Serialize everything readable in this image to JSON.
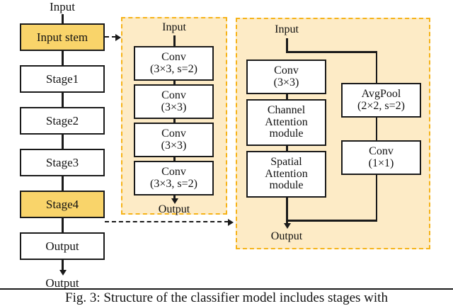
{
  "figure": {
    "caption": "Fig. 3: Structure of the classifier model includes stages with",
    "colors": {
      "accent_box": "#F9D46A",
      "panel_fill": "#FDEBC6",
      "panel_border": "#F6B319",
      "stroke": "#1A1A1A",
      "box_fill": "#FFFFFF"
    }
  },
  "backbone": {
    "input_label": "Input",
    "output_label": "Output",
    "nodes": [
      {
        "label": "Input stem",
        "highlighted": true
      },
      {
        "label": "Stage1",
        "highlighted": false
      },
      {
        "label": "Stage2",
        "highlighted": false
      },
      {
        "label": "Stage3",
        "highlighted": false
      },
      {
        "label": "Stage4",
        "highlighted": true
      },
      {
        "label": "Output",
        "highlighted": false
      }
    ]
  },
  "stem_detail": {
    "input_label": "Input",
    "output_label": "Output",
    "blocks": [
      {
        "line1": "Conv",
        "line2": "(3×3, s=2)"
      },
      {
        "line1": "Conv",
        "line2": "(3×3)"
      },
      {
        "line1": "Conv",
        "line2": "(3×3)"
      },
      {
        "line1": "Conv",
        "line2": "(3×3, s=2)"
      }
    ]
  },
  "stage_detail": {
    "input_label": "Input",
    "output_label": "Output",
    "main_branch": [
      {
        "line1": "Conv",
        "line2": "(3×3)"
      },
      {
        "line1": "Channel",
        "line2": "Attention",
        "line3": "module"
      },
      {
        "line1": "Spatial",
        "line2": "Attention",
        "line3": "module"
      }
    ],
    "shortcut_branch": [
      {
        "line1": "AvgPool",
        "line2": "(2×2, s=2)"
      },
      {
        "line1": "Conv",
        "line2": "(1×1)"
      }
    ]
  }
}
